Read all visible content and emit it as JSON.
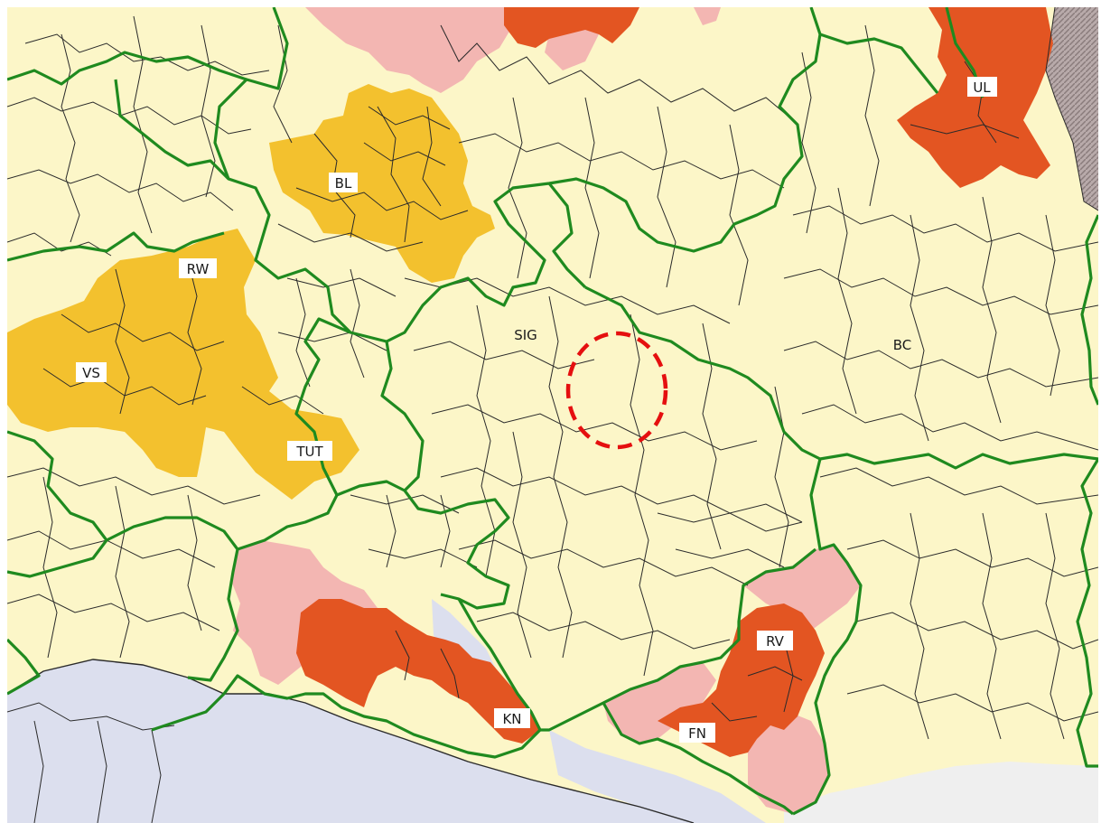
{
  "colors": {
    "base": "#fcf6c8",
    "water": "#dcdfee",
    "outside": "#efefef",
    "level_1": "#f3c12e",
    "level_2": "#f3b6b2",
    "level_3": "#e35522",
    "border": "#1f8a1f",
    "highlight": "#e50f0f",
    "hatch": "#a89a9a"
  },
  "labels": {
    "ul": "UL",
    "bl": "BL",
    "rw": "RW",
    "sig": "SIG",
    "bc": "BC",
    "vs": "VS",
    "tut": "TUT",
    "rv": "RV",
    "kn": "KN",
    "fn": "FN"
  }
}
